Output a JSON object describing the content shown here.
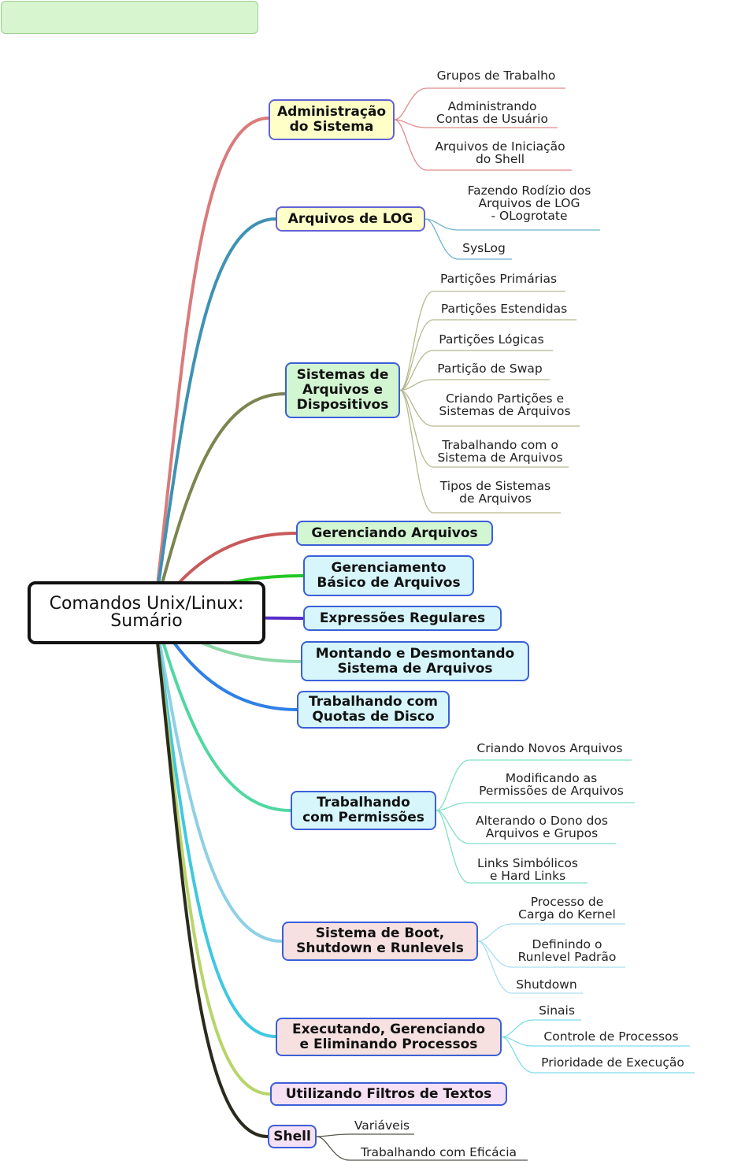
{
  "root": {
    "label": "Comandos Unix/Linux:\nSumário"
  },
  "branches": [
    {
      "label": "Administração\ndo Sistema",
      "fill": "#ffffc8",
      "edge": "#6262d8",
      "line": "#d97b7b",
      "leaves": [
        "Grupos de Trabalho",
        "Administrando\nContas de Usuário",
        "Arquivos de Iniciação\ndo Shell"
      ],
      "leafline": "#e08b8b"
    },
    {
      "label": "Arquivos de LOG",
      "fill": "#ffffc8",
      "edge": "#6262d8",
      "line": "#3e92b4",
      "leaves": [
        "Fazendo Rodízio dos\nArquivos de LOG\n- OLogrotate",
        "SysLog"
      ],
      "leafline": "#6fb3cf"
    },
    {
      "label": "Sistemas de\nArquivos e\nDispositivos",
      "fill": "#d2f5d2",
      "edge": "#3b5fd8",
      "line": "#7c8550",
      "leaves": [
        "Partições Primárias",
        "Partições Estendidas",
        "Partições Lógicas",
        "Partição de Swap",
        "Criando Partições e\nSistemas de Arquivos",
        "Trabalhando com o\nSistema de Arquivos",
        "Tipos de Sistemas\nde Arquivos"
      ],
      "leafline": "#b6b88f"
    },
    {
      "label": "Gerenciando Arquivos",
      "fill": "#d2f5d2",
      "edge": "#3b5fd8",
      "line": "#c85a5a",
      "leaves": []
    },
    {
      "label": "Gerenciamento\nBásico de Arquivos",
      "fill": "#d6f6fb",
      "edge": "#3b5fd8",
      "line": "#22c822",
      "leaves": []
    },
    {
      "label": "Expressões Regulares",
      "fill": "#d6f6fb",
      "edge": "#3b5fd8",
      "line": "#5a2ec8",
      "leaves": []
    },
    {
      "label": "Montando e Desmontando\nSistema de Arquivos",
      "fill": "#d6f6fb",
      "edge": "#3b5fd8",
      "line": "#8ed8a8",
      "leaves": []
    },
    {
      "label": "Trabalhando com\nQuotas de Disco",
      "fill": "#d6f6fb",
      "edge": "#3b5fd8",
      "line": "#2f7fe6",
      "leaves": []
    },
    {
      "label": "Trabalhando\ncom Permissões",
      "fill": "#d6f6fb",
      "edge": "#3b5fd8",
      "line": "#4fd8a0",
      "leaves": [
        "Criando Novos Arquivos",
        "Modificando as\nPermissões de Arquivos",
        "Alterando o Dono dos\nArquivos e Grupos",
        "Links Simbólicos\ne Hard Links"
      ],
      "leafline": "#7fe0c6"
    },
    {
      "label": "Sistema de Boot,\nShutdown e Runlevels",
      "fill": "#f6e0e0",
      "edge": "#3b5fd8",
      "line": "#8ed0e6",
      "leaves": [
        "Processo de\nCarga do Kernel",
        "Definindo o\nRunlevel Padrão",
        "Shutdown"
      ],
      "leafline": "#a8dff0"
    },
    {
      "label": "Executando, Gerenciando\ne Eliminando Processos",
      "fill": "#f6e0e0",
      "edge": "#3b5fd8",
      "line": "#40c8e0",
      "leaves": [
        "Sinais",
        "Controle de Processos",
        "Prioridade de Execução"
      ],
      "leafline": "#7fdcec"
    },
    {
      "label": "Utilizando Filtros de Textos",
      "fill": "#f6e0f4",
      "edge": "#3b5fd8",
      "line": "#b8d46a",
      "leaves": []
    },
    {
      "label": "Shell",
      "fill": "#f6e0f4",
      "edge": "#3b5fd8",
      "line": "#2a2a1e",
      "leaves": [
        "Variáveis",
        "Trabalhando com Eficácia"
      ],
      "leafline": "#55554a"
    }
  ]
}
